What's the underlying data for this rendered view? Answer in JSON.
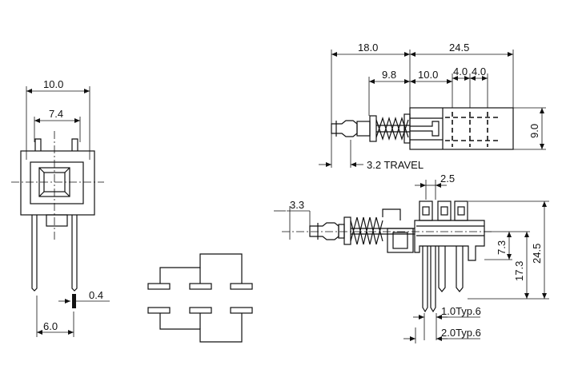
{
  "dimensions": {
    "front_width": "10.0",
    "front_inner_width": "7.4",
    "pin_thickness": "0.4",
    "pin_spacing_front": "6.0",
    "top_body_length": "18.0",
    "top_contact_length": "24.5",
    "top_spring_length": "9.8",
    "top_contact_block": "10.0",
    "top_pitch_a": "4.0",
    "top_pitch_b": "4.0",
    "top_height": "9.0",
    "travel": "3.2 TRAVEL",
    "side_pin_pitch": "2.5",
    "side_plunger": "3.3",
    "side_height_total": "24.5",
    "side_height_mid": "17.3",
    "side_height_low": "7.3",
    "pin_width_1": "1.0Typ.6",
    "pin_width_2": "2.0Typ.6"
  }
}
